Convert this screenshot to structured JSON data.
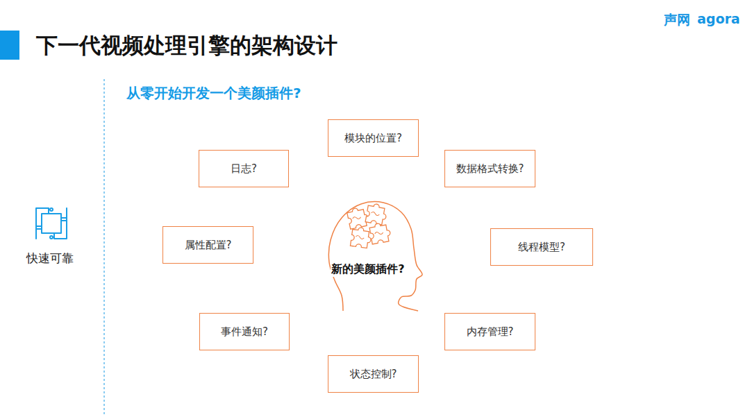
{
  "diagram": {
    "title": "下一代视频处理引擎的架构设计",
    "nodes": [
      {
        "text": [
          "模块的位置?"
        ]
      },
      {
        "text": [
          "日志?"
        ]
      },
      {
        "text": [
          "数据格式转换?"
        ]
      },
      {
        "text": [
          "属性配置?"
        ]
      },
      {
        "text": [
          "新的美颜插件?"
        ]
      },
      {
        "text": [
          "线程模型?"
        ]
      },
      {
        "text": [
          "事件通知?"
        ]
      },
      {
        "text": [
          "内存管理?"
        ]
      },
      {
        "text": [
          "状态控制?"
        ]
      }
    ],
    "labels": [
      "声网",
      "agora",
      "从零开始开发一个美颜插件?",
      "快速可靠"
    ]
  }
}
